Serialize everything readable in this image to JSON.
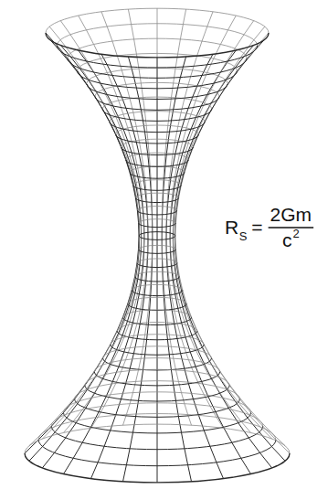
{
  "diagram": {
    "labels": [
      "R",
      "S",
      "=",
      "2Gm",
      "c",
      "2"
    ]
  }
}
